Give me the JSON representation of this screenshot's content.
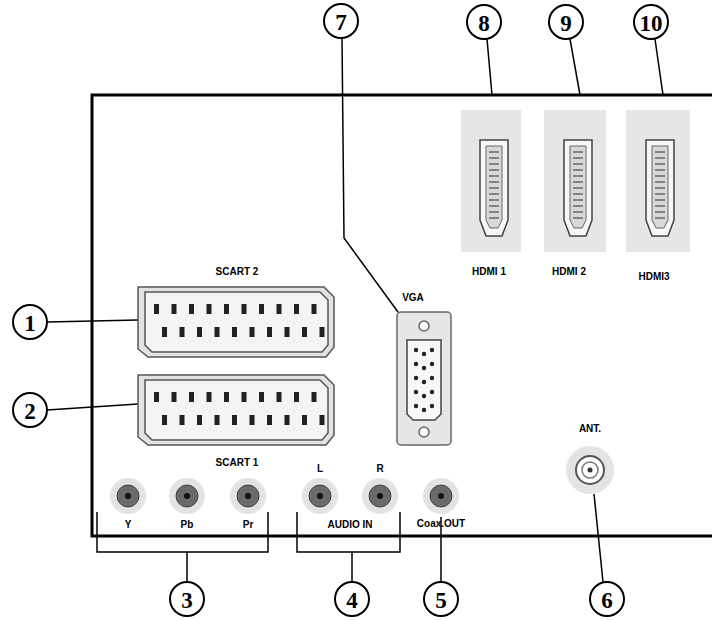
{
  "diagram": {
    "labels": [
      "7",
      "8",
      "9",
      "10",
      "HDMI 1",
      "HDMI 2",
      "HDMI3",
      "SCART 2",
      "VGA",
      "1",
      "2",
      "ANT.",
      "SCART 1",
      "L",
      "R",
      "Y",
      "Pb",
      "Pr",
      "AUDIO IN",
      "Coax.OUT",
      "3",
      "4",
      "5",
      "6"
    ]
  }
}
